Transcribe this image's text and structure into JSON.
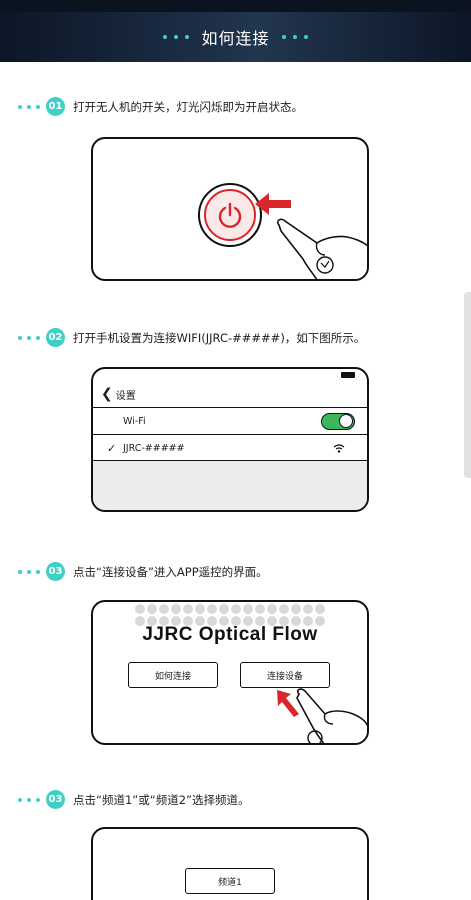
{
  "header": {
    "title": "如何连接"
  },
  "steps": [
    {
      "badge": "01",
      "text": "打开无人机的开关，灯光闪烁即为开启状态。"
    },
    {
      "badge": "02",
      "text": "打开手机设置为连接WIFI(JJRC-#####)，如下图所示。"
    },
    {
      "badge": "03",
      "text": "点击“连接设备”进入APP遥控的界面。"
    },
    {
      "badge": "03",
      "text": "点击“频道1”或“频道2”选择频道。"
    }
  ],
  "settings_illustration": {
    "back_label": "设置",
    "wifi_label": "Wi-Fi",
    "network_name": "JJRC-#####",
    "wifi_enabled": true
  },
  "app_illustration": {
    "brand": "JJRC Optical Flow",
    "how_to_connect_label": "如何连接",
    "connect_device_label": "连接设备"
  },
  "channel_illustration": {
    "channel1_label": "频道1"
  },
  "colors": {
    "accent": "#3fd0c5",
    "power_red": "#d8262a",
    "toggle_green": "#3cb85a",
    "header_bg": "#0c1626"
  }
}
